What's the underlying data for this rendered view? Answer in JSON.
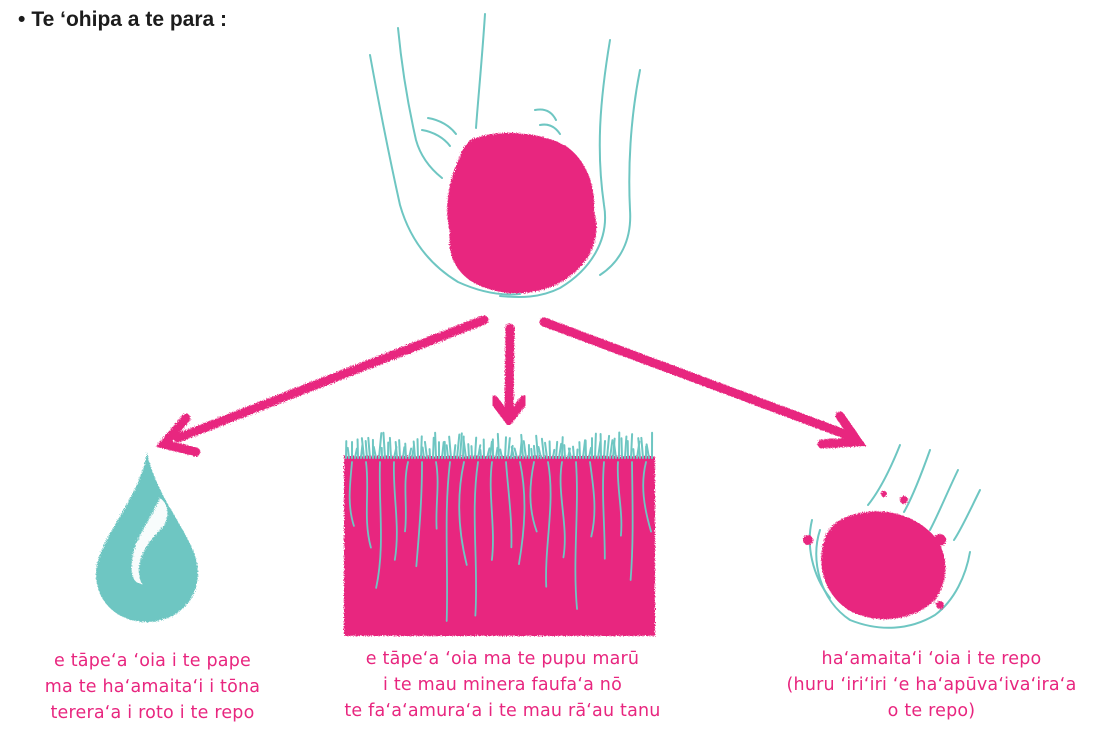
{
  "heading": {
    "bullet": "•",
    "text": "Te ‘ohipa a te para :"
  },
  "colors": {
    "magenta": "#e8267f",
    "teal": "#6ec6c2"
  },
  "illustrations": {
    "top": "hands-holding-soil",
    "left": "water-drop",
    "center": "soil-block-with-roots",
    "right": "hands-holding-soil-crumbs"
  },
  "captions": {
    "left": [
      "e tāpe‘a ‘oia i te pape",
      "ma te ha‘amaita‘i i tōna",
      "terera‘a i roto i te repo"
    ],
    "center": [
      "e tāpe‘a ‘oia ma te pupu marū",
      "i te mau minera faufa‘a nō",
      "te fa‘a‘amura‘a i te mau rā‘au tanu"
    ],
    "right": [
      "ha‘amaita‘i ‘oia i te repo",
      "(huru ‘iri‘iri ‘e ha‘apūva‘iva‘ira‘a",
      "o te repo)"
    ]
  }
}
